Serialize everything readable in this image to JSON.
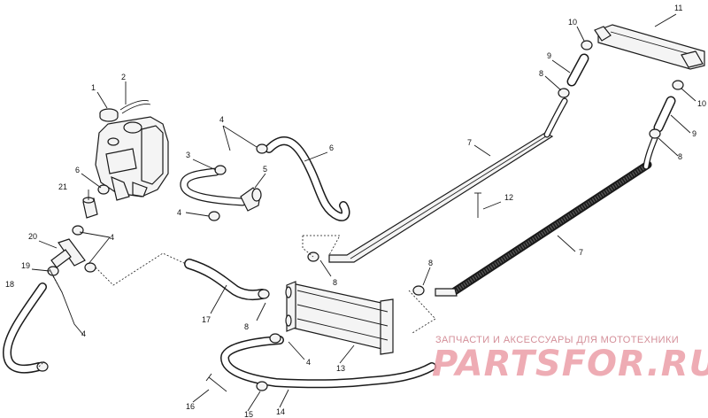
{
  "diagram": {
    "callouts": {
      "c1": "1",
      "c2": "2",
      "c3": "3",
      "c4a": "4",
      "c4b": "4",
      "c4c": "4",
      "c4d": "4",
      "c4e": "4",
      "c5": "5",
      "c6": "6",
      "c6b": "6",
      "c7a": "7",
      "c7b": "7",
      "c8a": "8",
      "c8b": "8",
      "c8c": "8",
      "c8d": "8",
      "c8e": "8",
      "c9a": "9",
      "c9b": "9",
      "c10a": "10",
      "c10b": "10",
      "c11": "11",
      "c12": "12",
      "c13": "13",
      "c14": "14",
      "c15": "15",
      "c16": "16",
      "c17": "17",
      "c18": "18",
      "c19": "19",
      "c20": "20",
      "c21": "21"
    }
  },
  "watermark": {
    "caption": "ЗАПЧАСТИ И АКСЕССУАРЫ ДЛЯ МОТОТЕХНИКИ",
    "logo": "PARTSFOR.RU",
    "color": "#ea98a2"
  }
}
